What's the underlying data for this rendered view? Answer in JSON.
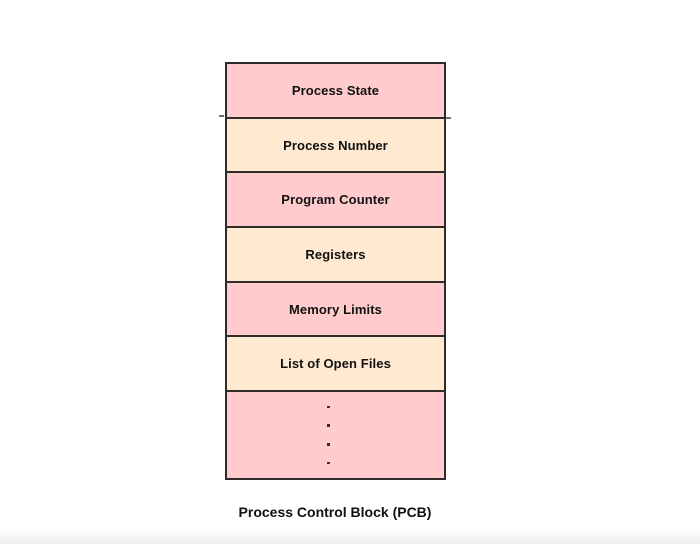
{
  "caption": "Process Control Block (PCB)",
  "pcb": {
    "rows": [
      {
        "label": "Process State",
        "fill": "pink"
      },
      {
        "label": "Process Number",
        "fill": "cream"
      },
      {
        "label": "Program Counter",
        "fill": "pink"
      },
      {
        "label": "Registers",
        "fill": "cream"
      },
      {
        "label": "Memory Limits",
        "fill": "pink"
      },
      {
        "label": "List of Open Files",
        "fill": "cream"
      }
    ],
    "ellipsis_dots": [
      ".",
      ".",
      ".",
      "."
    ]
  },
  "colors": {
    "pink": "#ffcbcc",
    "cream": "#ffe9d1",
    "border": "#2e2b29",
    "text": "#111111",
    "tick": "#6e6e6e"
  }
}
